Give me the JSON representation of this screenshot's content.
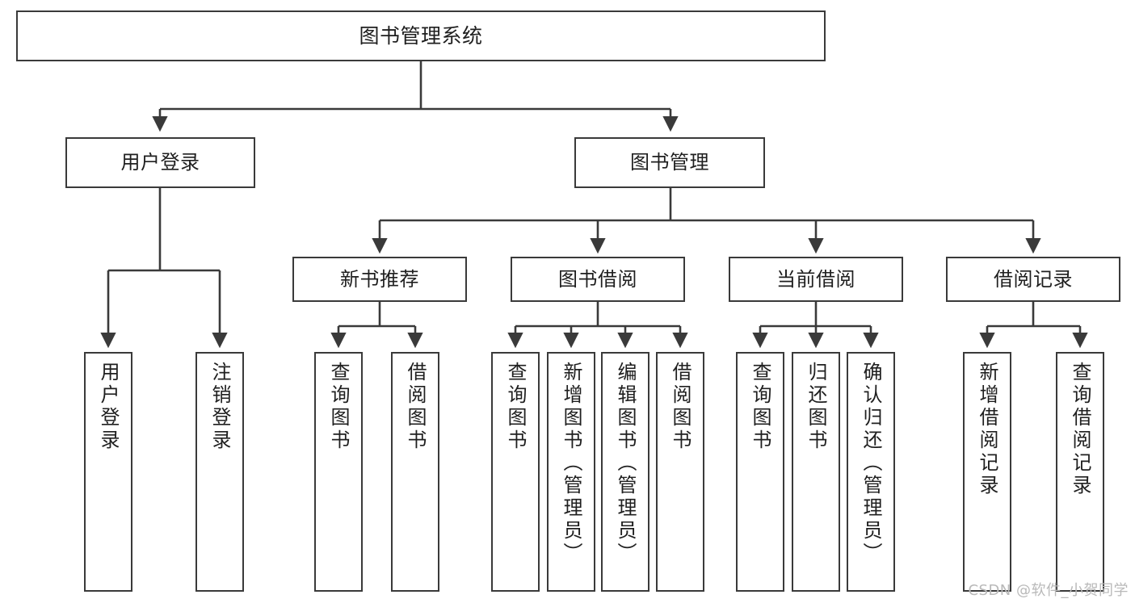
{
  "diagram": {
    "title": "图书管理系统",
    "type": "tree-hierarchy-chart",
    "levels": 4,
    "nodes": {
      "root": {
        "label": "图书管理系统"
      },
      "l2": [
        {
          "id": "user-login",
          "label": "用户登录"
        },
        {
          "id": "book-manage",
          "label": "图书管理"
        }
      ],
      "l3": [
        {
          "id": "new-book-rec",
          "label": "新书推荐"
        },
        {
          "id": "book-borrow",
          "label": "图书借阅"
        },
        {
          "id": "current-borrow",
          "label": "当前借阅"
        },
        {
          "id": "borrow-record",
          "label": "借阅记录"
        }
      ],
      "leaves": {
        "user_login": [
          {
            "id": "leaf-user-login",
            "label": "用户登录"
          },
          {
            "id": "leaf-user-logout",
            "label": "注销登录"
          }
        ],
        "new_book_rec": [
          {
            "id": "leaf-query-book-1",
            "label": "查询图书"
          },
          {
            "id": "leaf-borrow-book-1",
            "label": "借阅图书"
          }
        ],
        "book_borrow": [
          {
            "id": "leaf-query-book-2",
            "label": "查询图书"
          },
          {
            "id": "leaf-add-book",
            "label": "新增图书（管理员）"
          },
          {
            "id": "leaf-edit-book",
            "label": "编辑图书（管理员）"
          },
          {
            "id": "leaf-borrow-book-2",
            "label": "借阅图书"
          }
        ],
        "current_borrow": [
          {
            "id": "leaf-query-book-3",
            "label": "查询图书"
          },
          {
            "id": "leaf-return-book",
            "label": "归还图书"
          },
          {
            "id": "leaf-confirm-return",
            "label": "确认归还（管理员）"
          }
        ],
        "borrow_record": [
          {
            "id": "leaf-add-record",
            "label": "新增借阅记录"
          },
          {
            "id": "leaf-query-record",
            "label": "查询借阅记录"
          }
        ]
      }
    },
    "colors": {
      "stroke": "#3a3a3a",
      "fill": "#ffffff",
      "text": "#1f1f1f",
      "watermark": "#b9b9b9"
    }
  },
  "watermark": {
    "text": "CSDN @软件_小贺同学"
  }
}
